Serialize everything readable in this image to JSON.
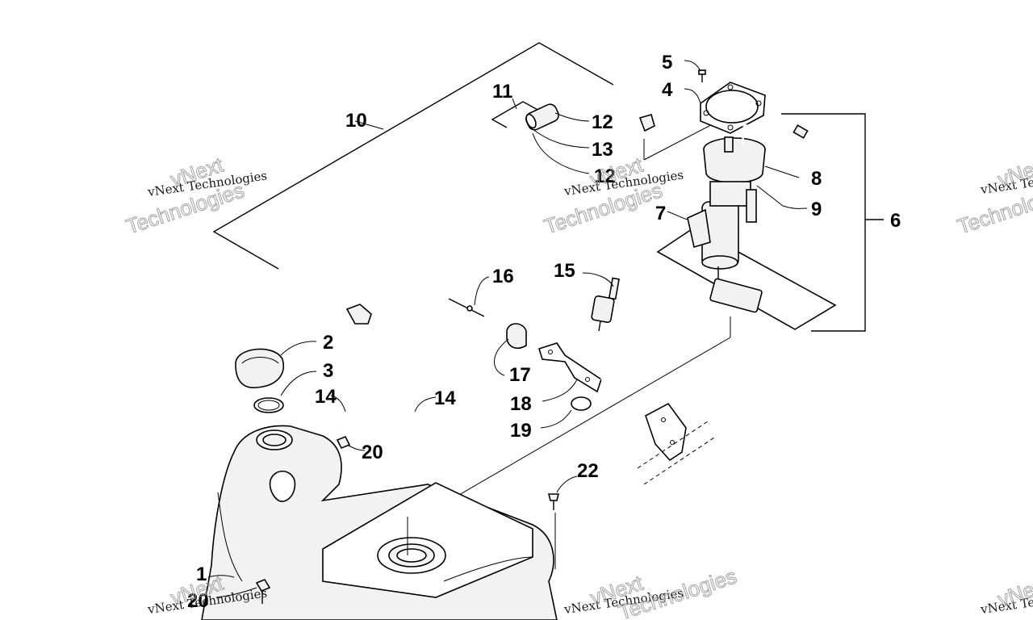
{
  "callouts": [
    {
      "id": "c1",
      "text": "1"
    },
    {
      "id": "c2",
      "text": "2"
    },
    {
      "id": "c3",
      "text": "3"
    },
    {
      "id": "c4",
      "text": "4"
    },
    {
      "id": "c5",
      "text": "5"
    },
    {
      "id": "c6",
      "text": "6"
    },
    {
      "id": "c7",
      "text": "7"
    },
    {
      "id": "c8",
      "text": "8"
    },
    {
      "id": "c9",
      "text": "9"
    },
    {
      "id": "c10",
      "text": "10"
    },
    {
      "id": "c11",
      "text": "11"
    },
    {
      "id": "c12a",
      "text": "12"
    },
    {
      "id": "c12b",
      "text": "12"
    },
    {
      "id": "c13",
      "text": "13"
    },
    {
      "id": "c14a",
      "text": "14"
    },
    {
      "id": "c14b",
      "text": "14"
    },
    {
      "id": "c15",
      "text": "15"
    },
    {
      "id": "c16",
      "text": "16"
    },
    {
      "id": "c17",
      "text": "17"
    },
    {
      "id": "c18",
      "text": "18"
    },
    {
      "id": "c19",
      "text": "19"
    },
    {
      "id": "c20a",
      "text": "20"
    },
    {
      "id": "c20b",
      "text": "20"
    },
    {
      "id": "c22",
      "text": "22"
    }
  ],
  "watermark": {
    "line1": "vNext Technologies",
    "line2": "vNext",
    "line3": "Technologies"
  }
}
